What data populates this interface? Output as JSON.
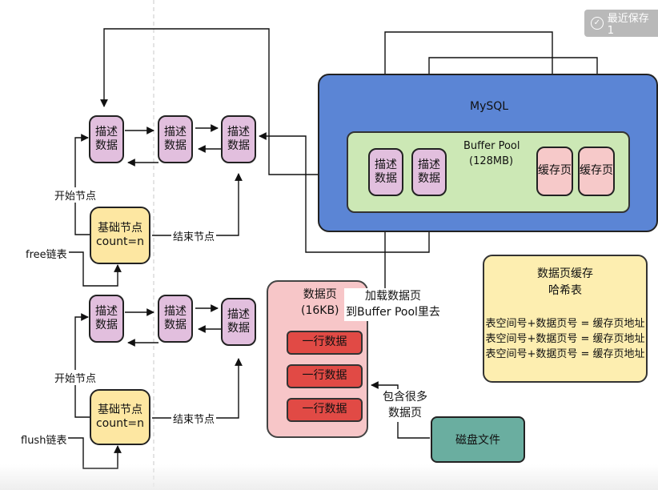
{
  "badge": {
    "text": "最近保存 1"
  },
  "mysql": {
    "title": "MySQL",
    "buffer_pool": {
      "title": "Buffer Pool",
      "size": "(128MB)"
    },
    "desc_blocks": [
      "描述\n数据",
      "描述\n数据"
    ],
    "cache_pages": [
      "缓存页",
      "缓存页"
    ]
  },
  "free_list": {
    "nodes": [
      "描述\n数据",
      "描述\n数据",
      "描述\n数据"
    ],
    "base_node": "基础节点\ncount=n",
    "start_label": "开始节点",
    "end_label": "结束节点",
    "list_label": "free链表"
  },
  "flush_list": {
    "nodes": [
      "描述\n数据",
      "描述\n数据",
      "描述\n数据"
    ],
    "base_node": "基础节点\ncount=n",
    "start_label": "开始节点",
    "end_label": "结束节点",
    "list_label": "flush链表"
  },
  "data_page": {
    "title": "数据页\n(16KB)",
    "rows": [
      "一行数据",
      "一行数据",
      "一行数据"
    ],
    "load_label": "加载数据页\n到Buffer Pool里去"
  },
  "disk": {
    "label": "磁盘文件",
    "contains_label": "包含很多\n数据页"
  },
  "hash_table": {
    "title": "数据页缓存\n哈希表",
    "entries": [
      "表空间号+数据页号 = 缓存页地址",
      "表空间号+数据页号 = 缓存页地址",
      "表空间号+数据页号 = 缓存页地址"
    ]
  }
}
